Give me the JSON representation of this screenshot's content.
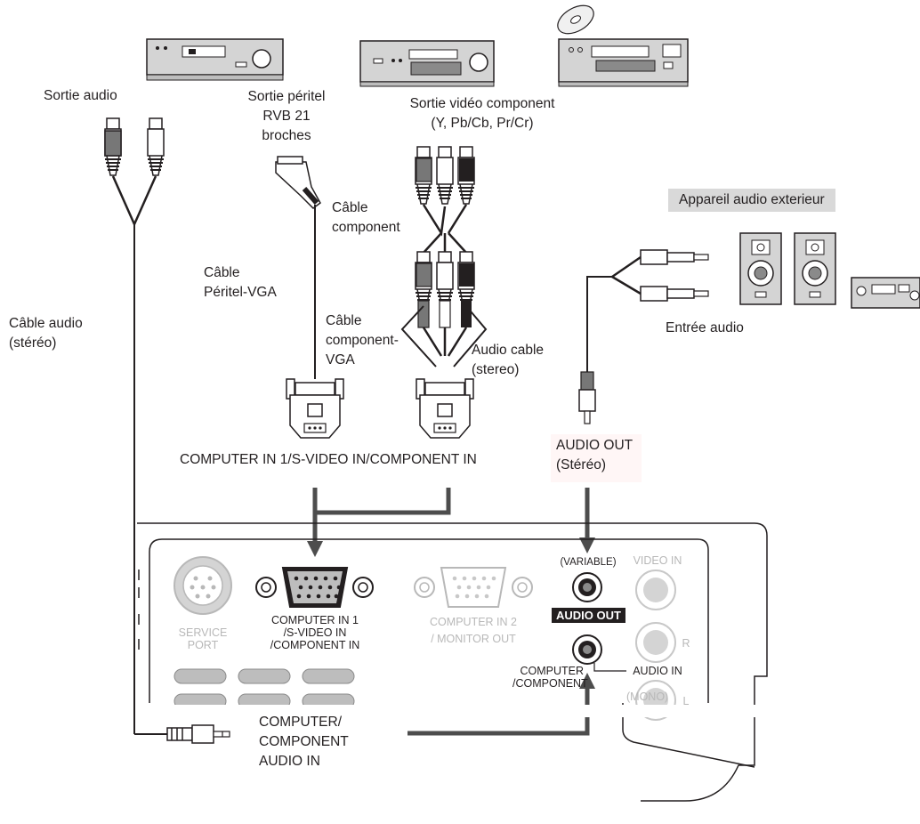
{
  "labels": {
    "sortie_audio": "Sortie audio",
    "sortie_peritel_1": "Sortie péritel",
    "sortie_peritel_2": "RVB 21",
    "sortie_peritel_3": "broches",
    "sortie_video_1": "Sortie vidéo component",
    "sortie_video_2": "(Y, Pb/Cb, Pr/Cr)",
    "appareil_audio": "Appareil audio exterieur",
    "cable_component_1": "Câble",
    "cable_component_2": "component",
    "cable_peritel_1": "Câble",
    "cable_peritel_2": "Péritel-VGA",
    "cable_comp_vga_1": "Câble",
    "cable_comp_vga_2": "component-",
    "cable_comp_vga_3": "VGA",
    "audio_cable_1": "Audio cable",
    "audio_cable_2": "(stereo)",
    "cable_audio_1": "Câble audio",
    "cable_audio_2": "(stéréo)",
    "entree_audio": "Entrée audio",
    "computer_in_line": "COMPUTER IN 1/S-VIDEO IN/COMPONENT IN",
    "audio_out_1": "AUDIO OUT",
    "audio_out_2": "(Stéréo)",
    "bottom_1": "COMPUTER/",
    "bottom_2": "COMPONENT",
    "bottom_3": "AUDIO IN"
  },
  "panel": {
    "service_1": "SERVICE",
    "service_2": "PORT",
    "comp_in1_1": "COMPUTER IN 1",
    "comp_in1_2": "/S-VIDEO IN",
    "comp_in1_3": "/COMPONENT IN",
    "comp_in2_1": "COMPUTER IN 2",
    "comp_in2_2": "/ MONITOR OUT",
    "variable": "(VARIABLE)",
    "video_in": "VIDEO IN",
    "audio_out_badge": "AUDIO OUT",
    "r": "R",
    "l": "L",
    "mono": "(MONO)",
    "audio_in": "AUDIO IN",
    "computer_component_1": "COMPUTER",
    "computer_component_2": "/COMPONENT"
  },
  "colors": {
    "line": "#231f20",
    "arrow": "#4d4d4d",
    "device_fill": "#d4d4d4",
    "panel_grey": "#b8b8b8",
    "label_box": "#d9d9d9"
  }
}
